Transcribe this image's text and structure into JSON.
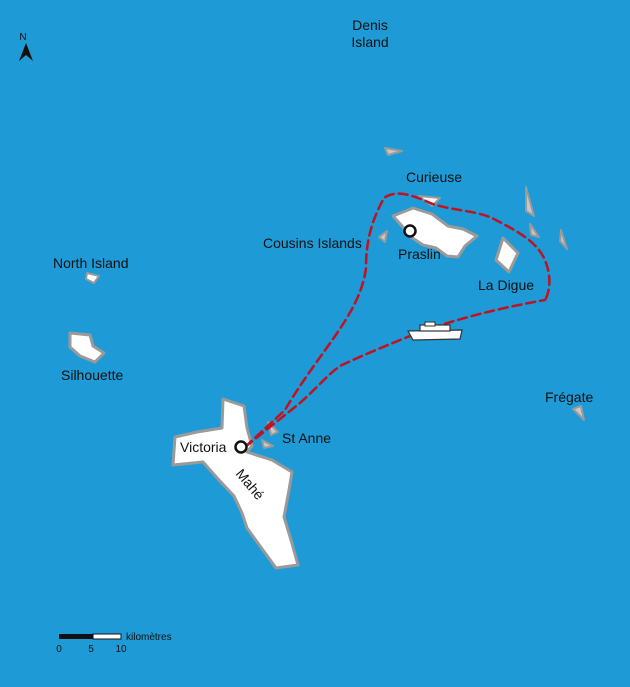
{
  "colors": {
    "sea": "#1e9ad6",
    "island_main": "#ffffff",
    "island_minor": "#c8c8c8",
    "outline": "#9a9a9a",
    "route": "#c1121f"
  },
  "north_arrow": {
    "label": "N",
    "icon": "north-arrow-icon"
  },
  "labels": {
    "denis_1": "Denis",
    "denis_2": "Island",
    "curieuse": "Curieuse",
    "cousins": "Cousins Islands",
    "praslin": "Praslin",
    "la_digue": "La Digue",
    "north_island": "North Island",
    "silhouette": "Silhouette",
    "fregate": "Frégate",
    "st_anne": "St Anne",
    "victoria": "Victoria",
    "mahe": "Mahé"
  },
  "scale_bar": {
    "unit": "kilomètres",
    "ticks": [
      "0",
      "5",
      "10"
    ]
  },
  "icons": {
    "ferry": "ferry-icon",
    "town": "town-marker-icon"
  }
}
